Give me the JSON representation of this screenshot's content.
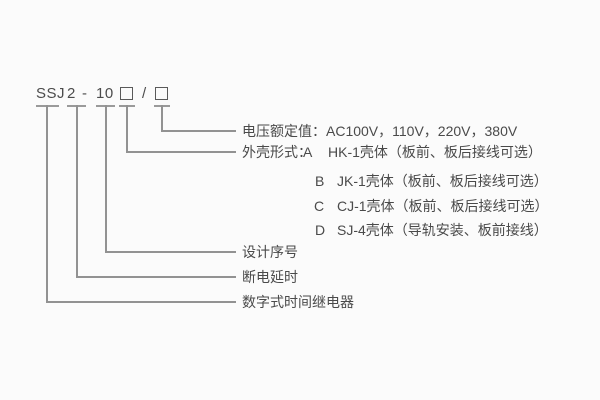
{
  "diagram": {
    "title_model": {
      "prefix": "SSJ",
      "series": "2",
      "dash": "-",
      "number": "10",
      "slash": "/"
    },
    "callouts": {
      "voltage": {
        "label": "电压额定值：",
        "values": "AC100V，110V，220V，380V"
      },
      "case_form": {
        "label": "外壳形式：",
        "options": [
          {
            "letter": "A",
            "desc": "HK-1壳体（板前、板后接线可选）"
          },
          {
            "letter": "B",
            "desc": "JK-1壳体（板前、板后接线可选）"
          },
          {
            "letter": "C",
            "desc": "CJ-1壳体（板前、板后接线可选）"
          },
          {
            "letter": "D",
            "desc": "SJ-4壳体（导轨安装、板前接线）"
          }
        ]
      },
      "design_serial": "设计序号",
      "delay_mode": "断电延时",
      "product_type": "数字式时间继电器"
    },
    "colors": {
      "text": "#4a4a4a",
      "line": "#929292",
      "background": "#fbfbfb"
    }
  }
}
